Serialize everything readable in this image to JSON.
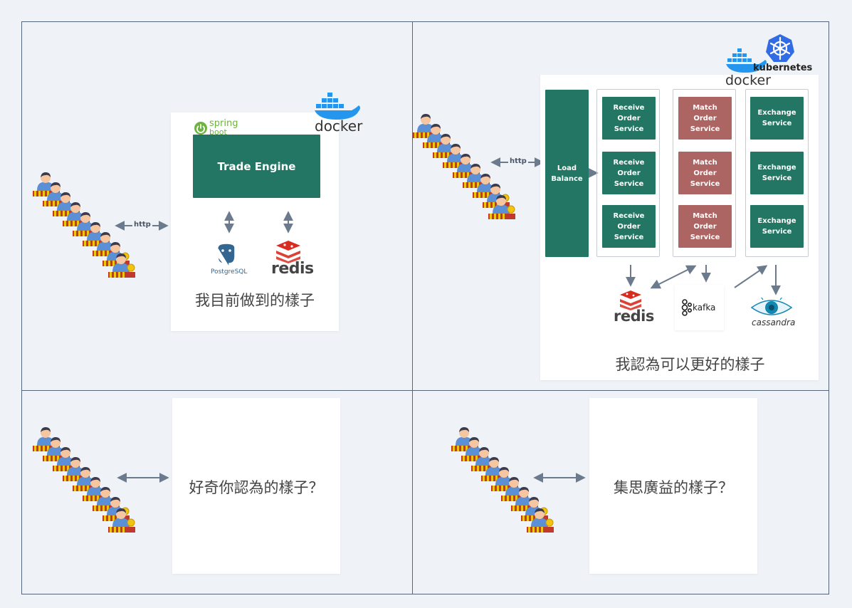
{
  "quadrants": {
    "current": {
      "caption": "我目前做到的樣子",
      "engine_label": "Trade Engine",
      "protocol": "http",
      "spring_label_1": "spring",
      "spring_label_2": "boot",
      "docker_label": "docker",
      "postgres_label": "PostgreSQL",
      "redis_label": "redis"
    },
    "better": {
      "caption": "我認為可以更好的樣子",
      "protocol": "http",
      "load_balance": "Load\nBalance",
      "receive_service": "Receive\nOrder\nService",
      "match_service": "Match\nOrder\nService",
      "exchange_service": "Exchange\nService",
      "docker_label": "docker",
      "kubernetes_label": "kubernetes",
      "redis_label": "redis",
      "kafka_label": "kafka",
      "cassandra_label": "cassandra"
    },
    "yours": {
      "caption": "好奇你認為的樣子？"
    },
    "collective": {
      "caption": "集思廣益的樣子？"
    }
  },
  "colors": {
    "service_green": "#227663",
    "service_red": "#ad6563",
    "docker_blue": "#2496ed",
    "kubernetes_blue": "#326ce5",
    "redis_red": "#d82c20",
    "border": "#56657a"
  }
}
